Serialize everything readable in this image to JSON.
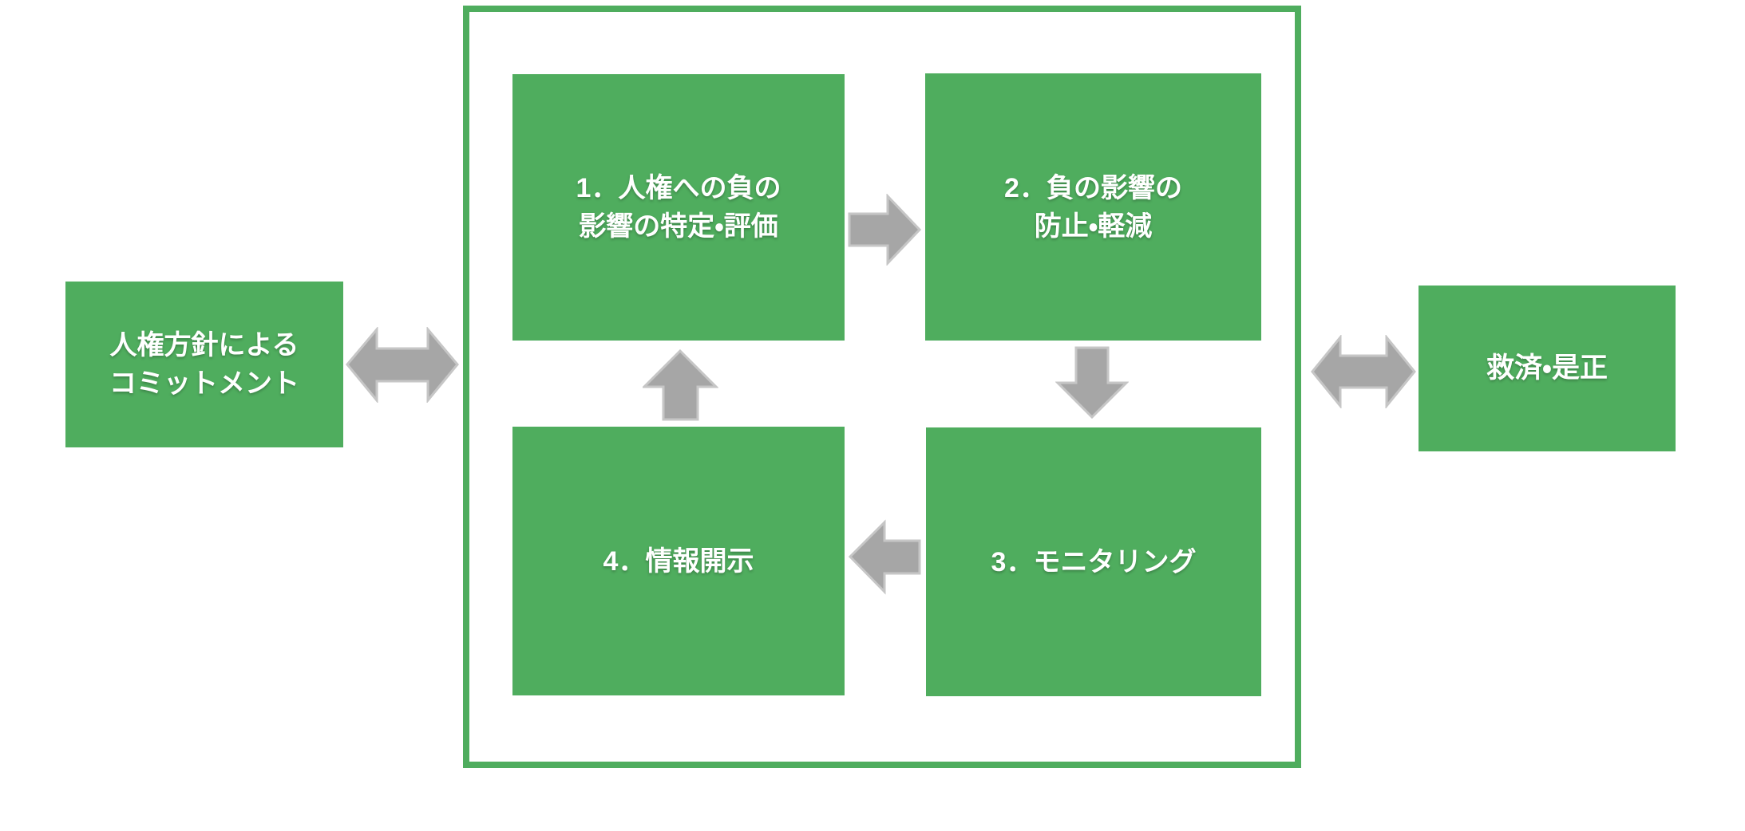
{
  "colors": {
    "box_green": "#4fad5e",
    "frame_green": "#4fad5e",
    "arrow_fill": "#a6a6a6",
    "arrow_outline": "#c6c6c6",
    "label_text": "#ffffff",
    "background": "#ffffff"
  },
  "left_box": {
    "lines": [
      "人権方針による",
      "コミットメント"
    ]
  },
  "cycle": {
    "steps": [
      {
        "number": "1",
        "lines": [
          "1．人権への負の",
          "影響の特定・評価"
        ]
      },
      {
        "number": "2",
        "lines": [
          "2．負の影響の",
          "防止・軽減"
        ]
      },
      {
        "number": "3",
        "lines": [
          "3．モニタリング"
        ]
      },
      {
        "number": "4",
        "lines": [
          "4．情報開示"
        ]
      }
    ]
  },
  "right_box": {
    "lines": [
      "救済・是正"
    ]
  },
  "arrows": {
    "policy_to_cycle": {
      "icon": "double-horizontal-arrow-icon",
      "direction": "bidirectional"
    },
    "step1_to_step2": {
      "icon": "arrow-right-icon",
      "direction": "right"
    },
    "step2_to_step3": {
      "icon": "arrow-down-icon",
      "direction": "down"
    },
    "step3_to_step4": {
      "icon": "arrow-left-icon",
      "direction": "left"
    },
    "step4_to_step1": {
      "icon": "arrow-up-icon",
      "direction": "up"
    },
    "cycle_to_remedy": {
      "icon": "double-horizontal-arrow-icon",
      "direction": "bidirectional"
    }
  }
}
